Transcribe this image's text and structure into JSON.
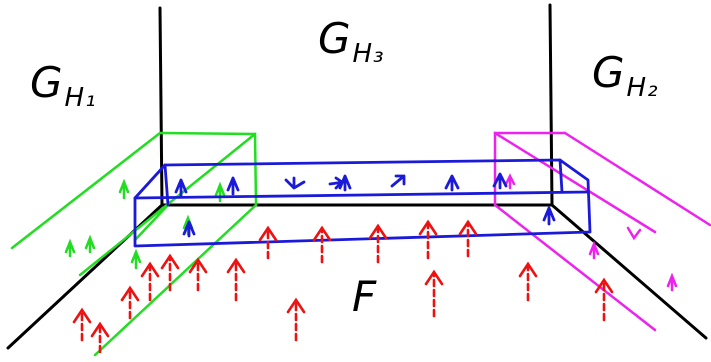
{
  "labels": {
    "gh1": {
      "main": "G",
      "sub": "H₁"
    },
    "gh2": {
      "main": "G",
      "sub": "H₂"
    },
    "gh3": {
      "main": "G",
      "sub": "H₃"
    },
    "f": "F"
  },
  "colors": {
    "walls": "#000000",
    "green_box": "#22dd22",
    "magenta_box": "#ee22ee",
    "blue_box": "#1a1ad8",
    "red_arrows": "#ee1111",
    "ink": "#000000"
  }
}
